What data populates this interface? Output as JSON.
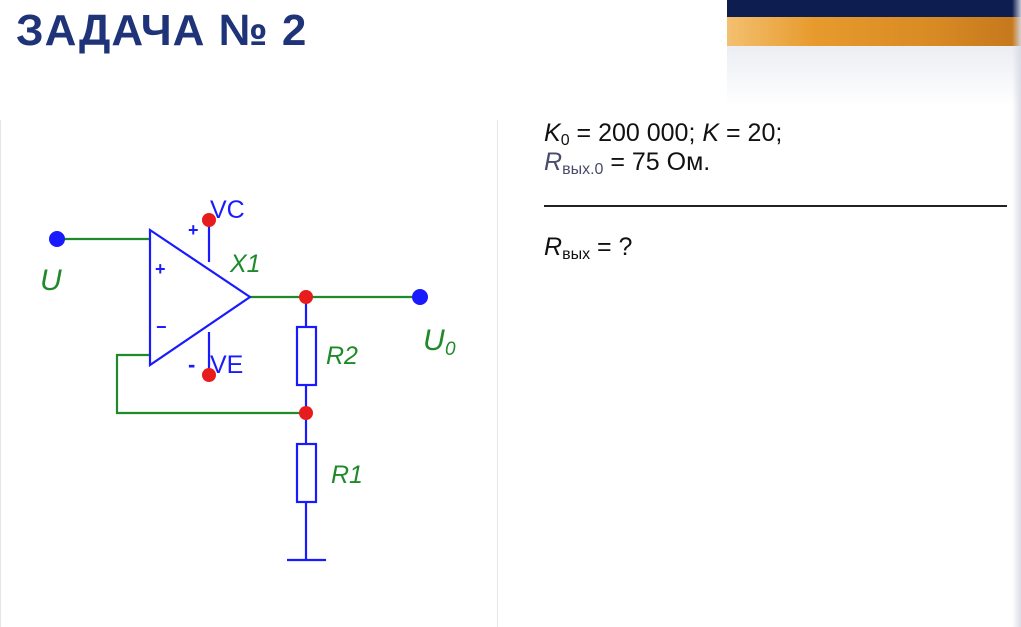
{
  "slide": {
    "title": "ЗАДАЧА № 2"
  },
  "given": {
    "k0_symbol": "K",
    "k0_sub": "0",
    "k0_value": " = 200 000; ",
    "k_symbol": "K",
    "k_value": " = 20;",
    "rout0_symbol": "R",
    "rout0_sub": "вых.0",
    "rout0_value": " = 75 Ом."
  },
  "find": {
    "rout_symbol": "R",
    "rout_sub": "вых",
    "rout_value": " =  ?"
  },
  "circuit": {
    "input_label": "U",
    "output_label": "U",
    "output_sub": "0",
    "opamp_label": "X1",
    "vc_label": "VC",
    "ve_label": "VE",
    "r2_label": "R2",
    "r1_label": "R1",
    "plus_sign": "+",
    "minus_sign": "−",
    "vc_sign": "+",
    "ve_sign": "-",
    "colors": {
      "wire_green": "#1f8a2a",
      "component_blue": "#1a1aff",
      "node_red": "#e81c1c",
      "terminal_blue": "#1a1aff"
    }
  }
}
